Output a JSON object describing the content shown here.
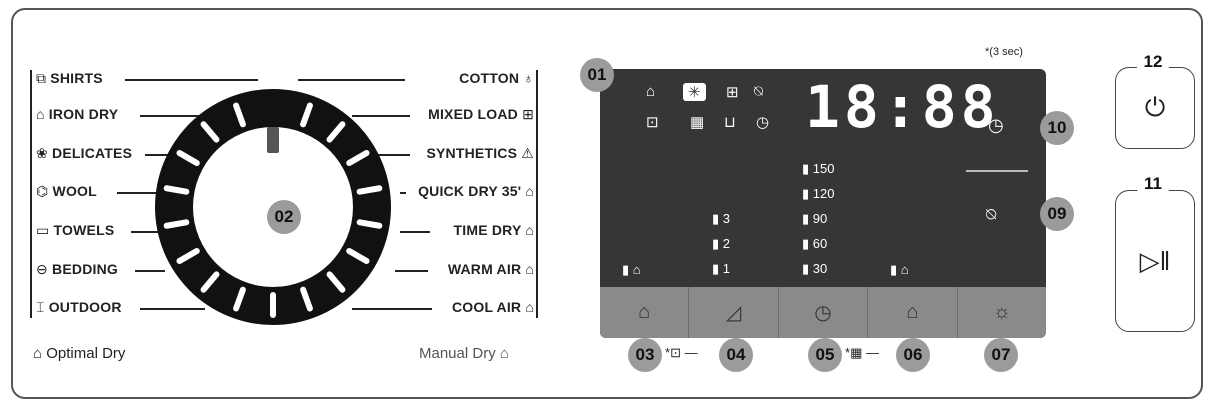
{
  "programs_left": [
    {
      "icon": "⧉",
      "label": "SHIRTS",
      "icon_name": "shirt-icon"
    },
    {
      "icon": "⌂",
      "label": "IRON DRY",
      "icon_name": "iron-icon"
    },
    {
      "icon": "❀",
      "label": "DELICATES",
      "icon_name": "delicates-icon"
    },
    {
      "icon": "⌬",
      "label": "WOOL",
      "icon_name": "wool-icon"
    },
    {
      "icon": "▭",
      "label": "TOWELS",
      "icon_name": "towel-icon"
    },
    {
      "icon": "⊖",
      "label": "BEDDING",
      "icon_name": "bedding-icon"
    },
    {
      "icon": "⌶",
      "label": "OUTDOOR",
      "icon_name": "outdoor-icon"
    }
  ],
  "programs_right": [
    {
      "icon": "♁",
      "label": "COTTON",
      "icon_name": "cotton-icon"
    },
    {
      "icon": "⊞",
      "label": "MIXED LOAD",
      "icon_name": "mixed-load-icon"
    },
    {
      "icon": "⚠",
      "label": "SYNTHETICS",
      "icon_name": "synthetics-icon"
    },
    {
      "icon": "⌂",
      "label": "QUICK DRY 35'",
      "icon_name": "quick-dry-icon"
    },
    {
      "icon": "⌂",
      "label": "TIME DRY",
      "icon_name": "time-dry-icon"
    },
    {
      "icon": "⌂",
      "label": "WARM AIR",
      "icon_name": "warm-air-icon"
    },
    {
      "icon": "⌂",
      "label": "COOL AIR",
      "icon_name": "cool-air-icon"
    }
  ],
  "footer": {
    "optimal_dry": "Optimal Dry",
    "manual_dry": "Manual Dry"
  },
  "dial_badge": "02",
  "display": {
    "digits": "18:88",
    "note": "*(3 sec)",
    "dry_levels": [
      "3",
      "2",
      "1"
    ],
    "time_levels": [
      "150",
      "120",
      "90",
      "60",
      "30"
    ],
    "badges": {
      "b01": "01",
      "b03": "03",
      "b04": "04",
      "b05": "05",
      "b06": "06",
      "b07": "07",
      "b09": "09",
      "b10": "10",
      "b11": "11",
      "b12": "12"
    },
    "star_sep_1": "*",
    "star_sep_2": "*"
  }
}
